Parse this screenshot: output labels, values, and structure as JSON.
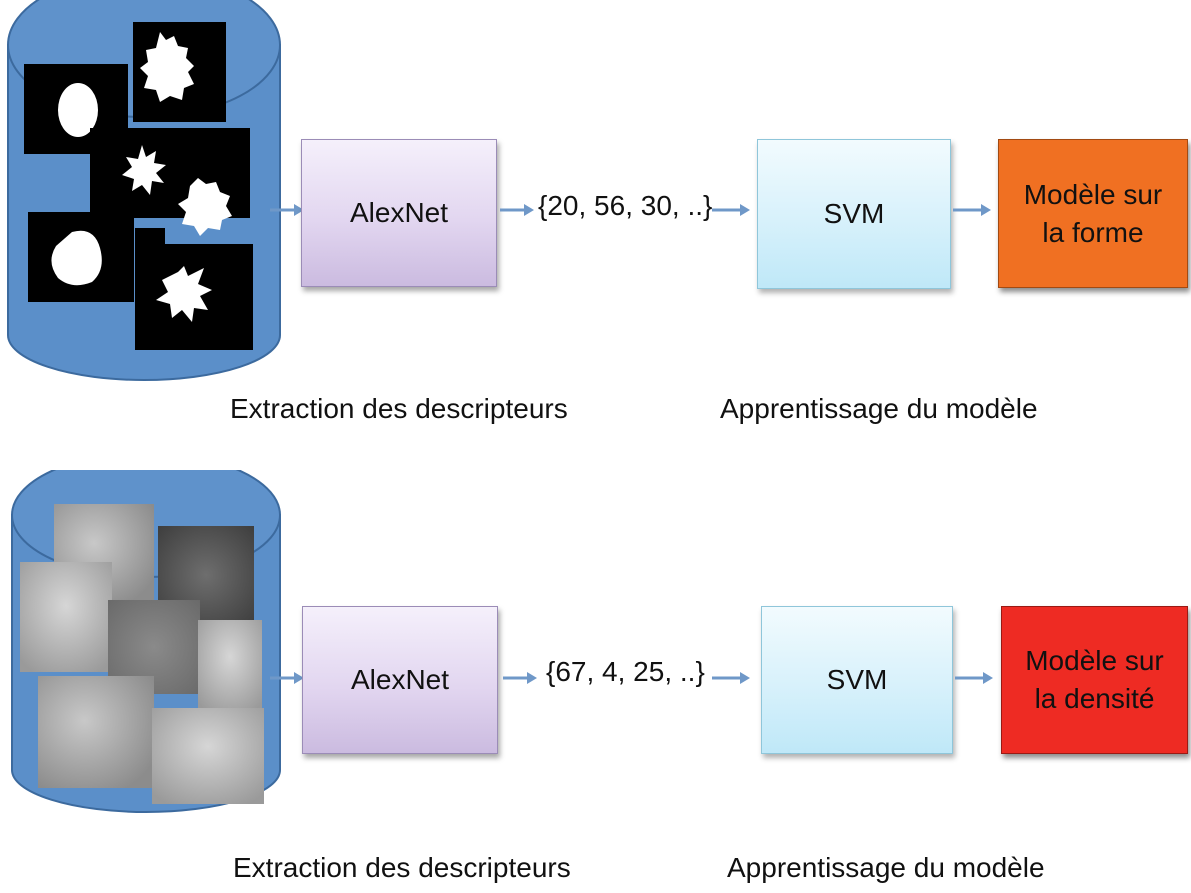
{
  "top": {
    "extractor_label": "AlexNet",
    "vector_text": "{20, 56, 30, ..}",
    "classifier_label": "SVM",
    "model_line1": "Modèle sur",
    "model_line2": "la forme",
    "caption_left": "Extraction des descripteurs",
    "caption_right": "Apprentissage du modèle"
  },
  "bottom": {
    "extractor_label": "AlexNet",
    "vector_text": "{67, 4, 25, ..}",
    "classifier_label": "SVM",
    "model_line1": "Modèle sur",
    "model_line2": "la densité",
    "caption_left": "Extraction des descripteurs",
    "caption_right": "Apprentissage du modèle"
  },
  "colors": {
    "database": "#5b8fc9",
    "alexnet": "#e2d6f0",
    "svm": "#d7f1fb",
    "model_shape": "#f07022",
    "model_density": "#ee2b23",
    "arrow": "#6f98c8"
  }
}
